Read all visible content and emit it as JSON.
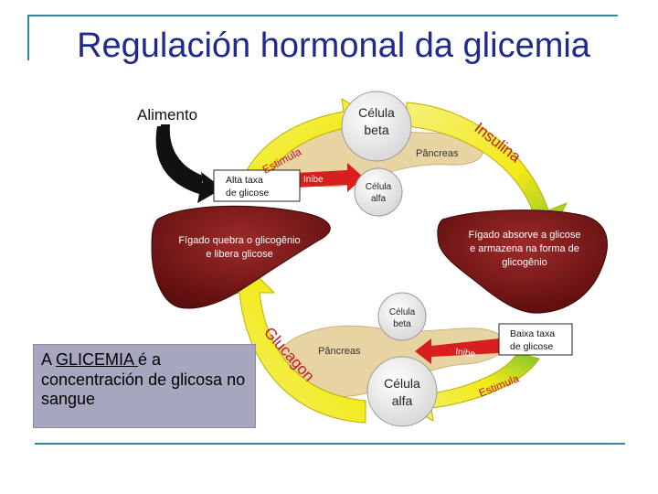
{
  "slide": {
    "title": "Regulación hormonal da glicemia",
    "note": {
      "prefix": "A ",
      "underlined": "GLICEMIA ",
      "rest": "é a concentración de glicosa no sangue"
    }
  },
  "diagram": {
    "food_label": "Alimento",
    "top_cells": {
      "beta": "Célula beta",
      "alpha": "Célula alfa"
    },
    "bottom_cells": {
      "beta": "Célula beta",
      "alpha": "Célula alfa"
    },
    "pancreas_top": "Pâncreas",
    "pancreas_bottom": "Pâncreas",
    "high_glucose_box": "Alta taxa de glicose",
    "low_glucose_box": "Baixa taxa de glicose",
    "inhibit_top": "Inibe",
    "inhibit_bottom": "Inibe",
    "stimulate_top": "Estimula",
    "stimulate_bottom": "Estimula",
    "insulin": "Insulina",
    "glucagon": "Glucagon",
    "liver_left": "Fígado quebra o glicogênio e libera glicose",
    "liver_right": "Fígado absorve a glicose e armazena na forma de glicogênio",
    "colors": {
      "title": "#1f2a8c",
      "frame": "#2a8c9c",
      "arrow_yellow": "#f2ea16",
      "arrow_green": "#6fbf2a",
      "arrow_red": "#d81f1f",
      "liver": "#7a1414",
      "pancreas": "#e8d3a2",
      "note_bg": "#a6a6bf"
    }
  }
}
